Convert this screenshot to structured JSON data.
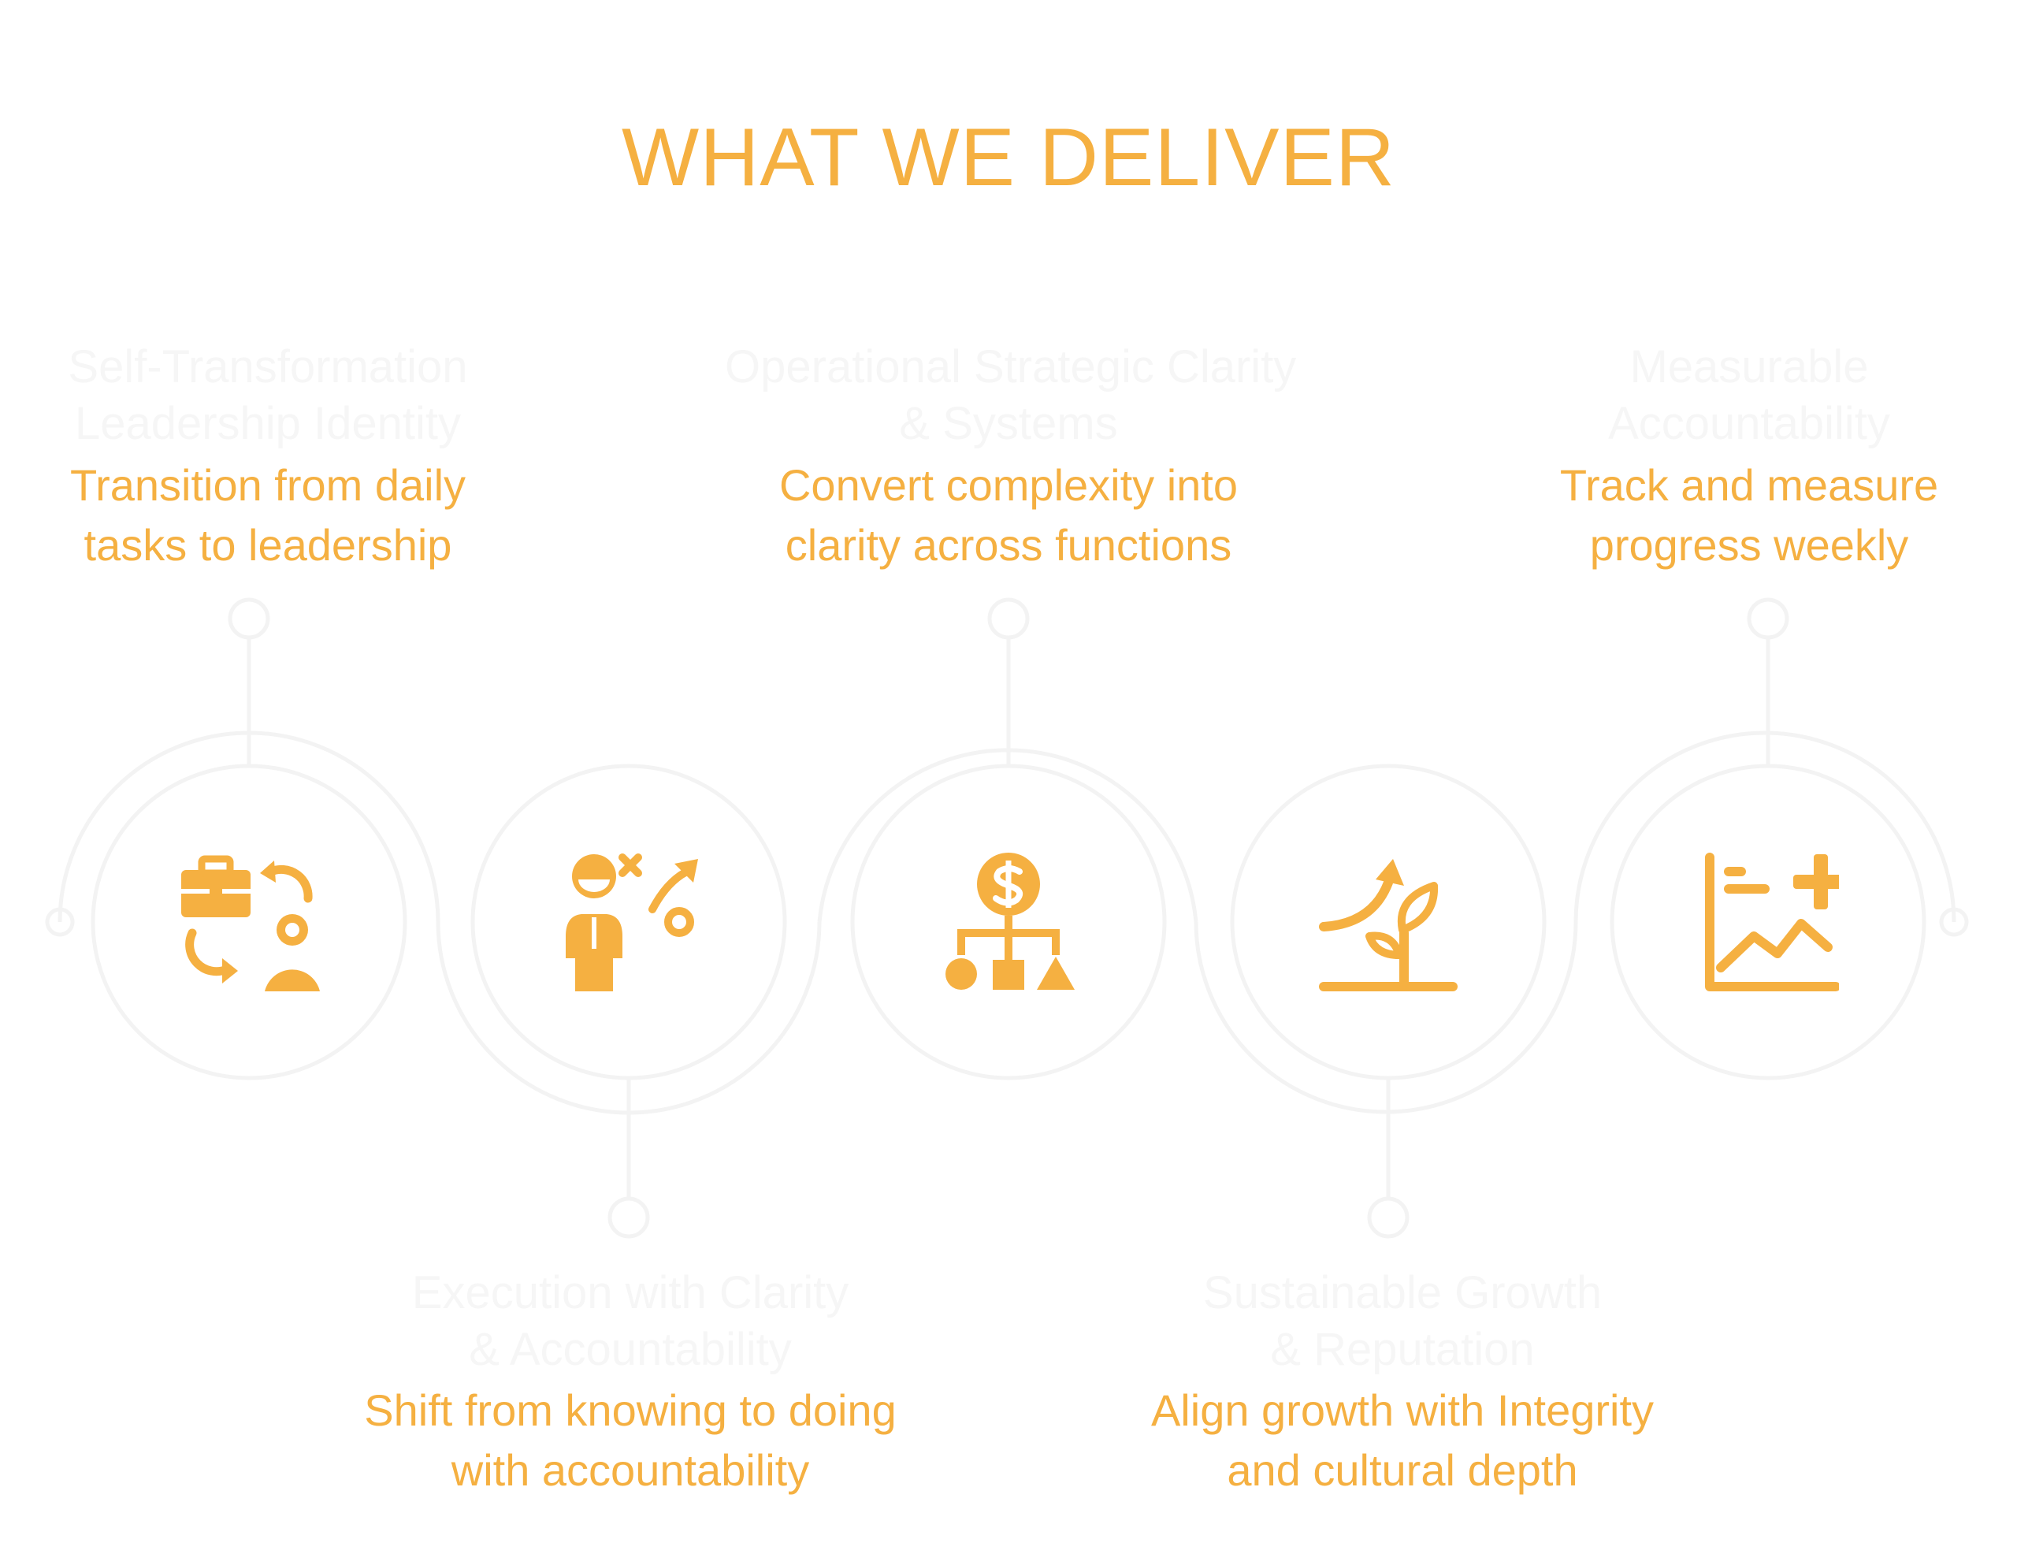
{
  "title": "WHAT WE DELIVER",
  "colors": {
    "accent": "#F5B041",
    "ghost": "#f6f6f6",
    "line": "#f3f3f3"
  },
  "items": [
    {
      "icon": "briefcase-swap-person-icon",
      "heading": [
        "Self-Transformation",
        "Leadership Identity"
      ],
      "description": [
        "Transition from daily",
        "tasks to leadership"
      ]
    },
    {
      "icon": "strategy-person-icon",
      "heading": [
        "Execution with Clarity",
        "& Accountability"
      ],
      "description": [
        "Shift from knowing to doing",
        "with accountability"
      ]
    },
    {
      "icon": "dollar-org-chart-icon",
      "heading": [
        "Operational Strategic Clarity",
        "& Systems"
      ],
      "description": [
        "Convert complexity into",
        "clarity across functions"
      ]
    },
    {
      "icon": "growth-plant-icon",
      "heading": [
        "Sustainable Growth",
        "& Reputation"
      ],
      "description": [
        "Align growth with Integrity",
        "and cultural depth"
      ]
    },
    {
      "icon": "chart-plus-icon",
      "heading": [
        "Measurable",
        "Accountability"
      ],
      "description": [
        "Track and measure",
        "progress weekly"
      ]
    }
  ]
}
